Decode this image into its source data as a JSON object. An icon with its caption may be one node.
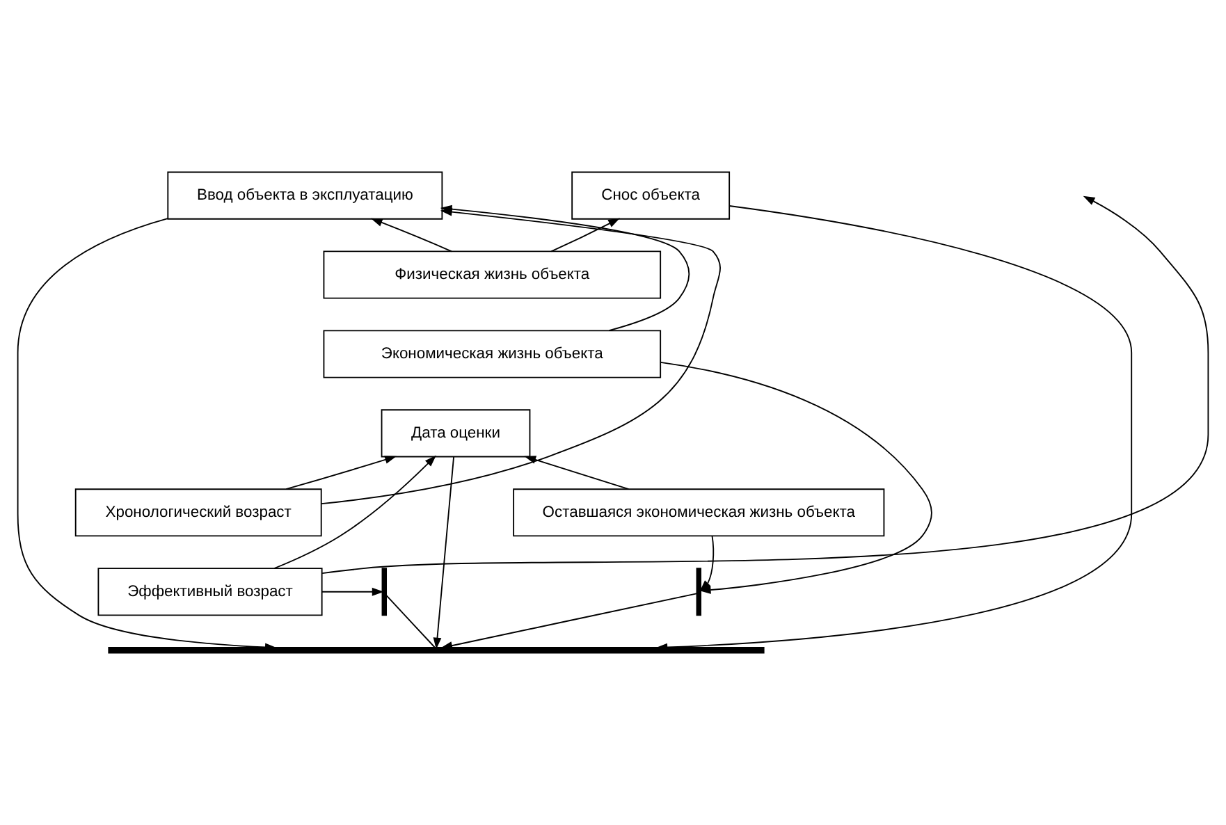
{
  "diagram": {
    "nodes": [
      {
        "text": [
          "Ввод объекта в эксплуатацию"
        ]
      },
      {
        "text": [
          "Снос объекта"
        ]
      },
      {
        "text": [
          "Физическая жизнь объекта"
        ]
      },
      {
        "text": [
          "Экономическая жизнь объекта"
        ]
      },
      {
        "text": [
          "Дата оценки"
        ]
      },
      {
        "text": [
          "Хронологический возраст"
        ]
      },
      {
        "text": [
          "Эффективный возраст"
        ]
      },
      {
        "text": [
          "Оставшаяся экономическая жизнь объекта"
        ]
      },
      {
        "text": [],
        "shape": "bar"
      },
      {
        "text": [],
        "shape": "bar"
      },
      {
        "text": [],
        "shape": "bar"
      }
    ],
    "edges": [
      {
        "from": 0,
        "to": 10,
        "arrow": "to"
      },
      {
        "from": 1,
        "to": 10,
        "arrow": "to"
      },
      {
        "from": 2,
        "to": 0,
        "arrow": "to"
      },
      {
        "from": 2,
        "to": 1,
        "arrow": "to"
      },
      {
        "from": 3,
        "to": 0,
        "arrow": "to"
      },
      {
        "from": 3,
        "to": 8,
        "arrow": "to"
      },
      {
        "from": 8,
        "to": 10,
        "arrow": "to"
      },
      {
        "from": 4,
        "to": 10,
        "arrow": "to"
      },
      {
        "from": 5,
        "to": 0,
        "arrow": "to"
      },
      {
        "from": 5,
        "to": 4,
        "arrow": "to"
      },
      {
        "from": 9,
        "to": 10,
        "arrow": "none"
      },
      {
        "from": 6,
        "to": 9,
        "arrow": "to"
      },
      {
        "from": 6,
        "to": null,
        "arrow": "to"
      },
      {
        "from": 6,
        "to": 4,
        "arrow": "to"
      },
      {
        "from": 7,
        "to": 4,
        "arrow": "to"
      },
      {
        "from": 7,
        "to": 8,
        "arrow": "to"
      }
    ]
  }
}
